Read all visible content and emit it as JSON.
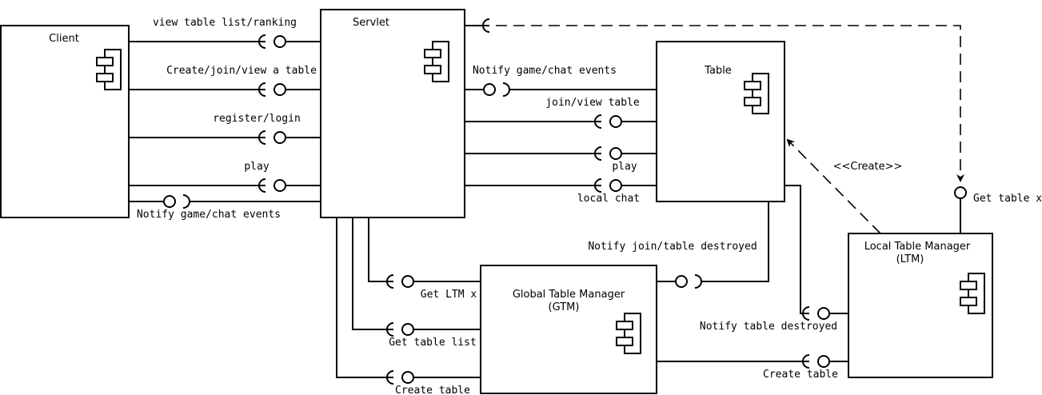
{
  "components": {
    "client": "Client",
    "servlet": "Servlet",
    "table": "Table",
    "gtm_line1": "Global Table Manager",
    "gtm_line2": "(GTM)",
    "ltm_line1": "Local Table Manager",
    "ltm_line2": "(LTM)"
  },
  "interfaces": {
    "view_table_list": "view table list/ranking",
    "create_join_view": "Create/join/view a table",
    "register_login": "register/login",
    "play_client": "play",
    "notify_client": "Notify game/chat events",
    "notify_servlet": "Notify game/chat events",
    "join_view_table": "join/view table",
    "play_table": "play",
    "local_chat": "local chat",
    "get_ltm_x": "Get LTM x",
    "get_table_list": "Get table list",
    "create_table_gtm": "Create table",
    "notify_join_destroyed": "Notify join/table destroyed",
    "notify_table_destroyed": "Notify table destroyed",
    "create_table_ltm": "Create table",
    "get_table_x": "Get table x"
  },
  "stereotypes": {
    "create": "<<Create>>"
  }
}
